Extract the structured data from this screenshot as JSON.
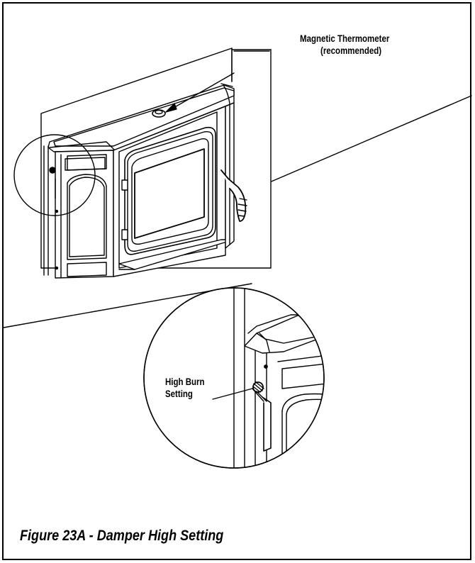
{
  "callouts": {
    "thermometer_line1": "Magnetic Thermometer",
    "thermometer_line2": "(recommended)",
    "high_burn_line1": "High Burn",
    "high_burn_line2": "Setting"
  },
  "caption": "Figure 23A - Damper High Setting"
}
